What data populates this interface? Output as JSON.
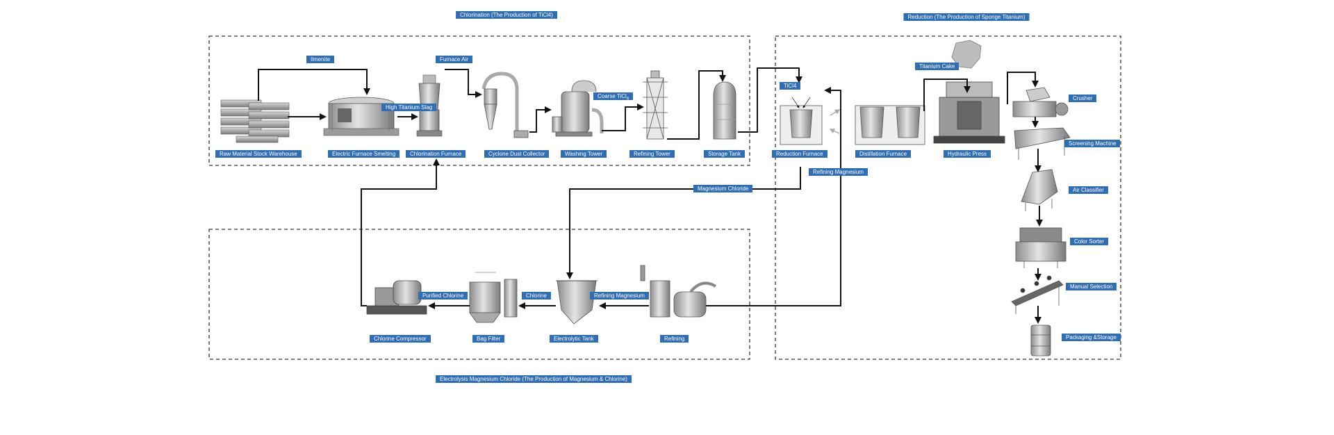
{
  "sections": {
    "chlorination": "Chlorination (The Production of TiCl4)",
    "reduction": "Reduction (The Production of Sponge Titanium)",
    "electrolysis": "Electrolysis Magnesium Chloride (The Production of Magnesium & Chlorine)"
  },
  "flow_labels": {
    "ilmenite": "Ilmenite",
    "furnace_air": "Furnace Air",
    "high_titanium_slag": "High Titanium Slag",
    "coarse_ticl4": "Coarse TiCl",
    "coarse_ticl4_sub": "4",
    "ticl4": "TiCl4",
    "titanium_cake": "Titanium Cake",
    "refining_magnesium_top": "Refining Magnesium",
    "magnesium_chloride": "Magnesium Chloride",
    "purified_chlorine": "Purified Chlorine",
    "chlorine": "Chlorine",
    "refining_magnesium_bottom": "Refining Magnesium"
  },
  "equipment": {
    "raw_material": "Raw Material Stock Warehouse",
    "electric_furnace": "Electric Furnace Smelting",
    "chlorination_furnace": "Chlorination Furnace",
    "cyclone": "Cyclone Dust Collector",
    "washing_tower": "Washing Tower",
    "refining_tower": "Refining Tower",
    "storage_tank": "Storage Tank",
    "reduction_furnace": "Reduction Furnace",
    "distillation_furnace": "Distillation Furnace",
    "hydraulic_press": "Hydraulic Press",
    "crusher": "Crusher",
    "screening_machine": "Screening Machine",
    "air_classifier": "Air Classifier",
    "color_sorter": "Color Sorter",
    "manual_selection": "Manual Selection",
    "packaging": "Packaging &Storage",
    "chlorine_compressor": "Chlorine Compressor",
    "bag_filter": "Bag Filter",
    "electrolytic_tank": "Electrolytic Tank",
    "refining": "Refining"
  },
  "colors": {
    "label_bg": "#2f6db5",
    "label_text": "#ffffff",
    "flow_line": "#111111",
    "box_border": "#333333",
    "machine_fill": "#b8b8b8"
  }
}
